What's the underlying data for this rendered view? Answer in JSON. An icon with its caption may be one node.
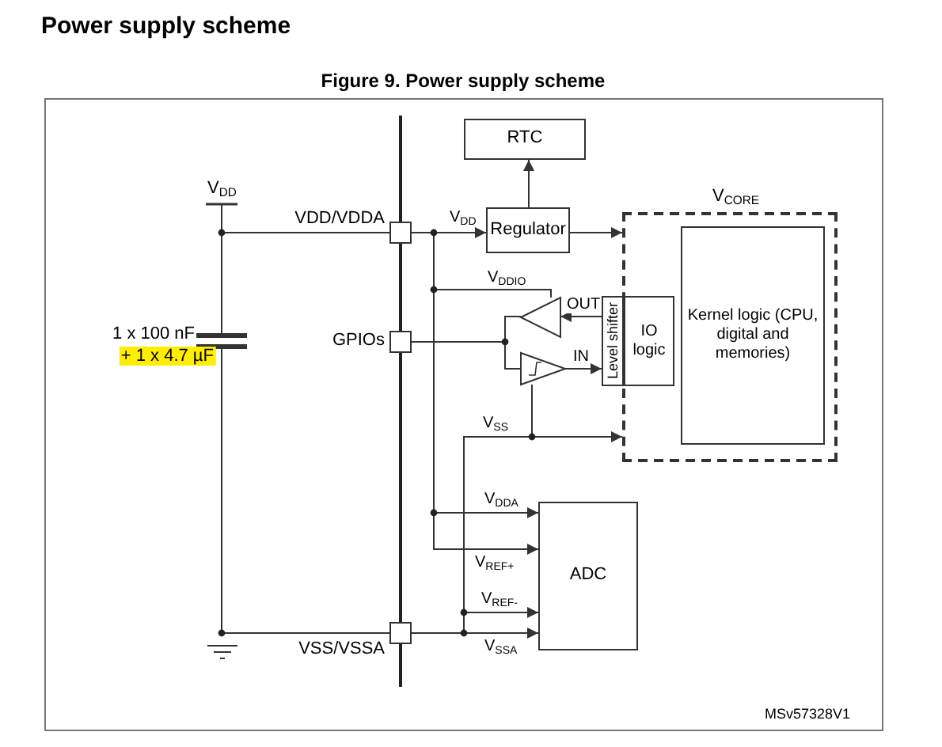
{
  "diagram": {
    "title": "Power supply scheme",
    "caption": "Figure 9. Power supply scheme",
    "nodes": [
      {
        "text": [],
        "shape": "box",
        "beside": [
          "VDD/VDDA"
        ]
      },
      {
        "text": [],
        "shape": "box",
        "beside": [
          "GPIOs"
        ]
      },
      {
        "text": [],
        "shape": "box",
        "beside": [
          "VSS/VSSA"
        ]
      },
      {
        "text": [
          "RTC"
        ]
      },
      {
        "text": [
          "Regulator"
        ]
      },
      {
        "text": [
          "V$_{CORE}$"
        ]
      },
      {
        "text": [
          "Level shifter"
        ]
      },
      {
        "text": [
          "IO logic"
        ],
        "in": 5
      },
      {
        "text": [
          "Kernel logic (CPU, digital and memories)"
        ],
        "in": 5
      },
      {
        "text": [
          "ADC"
        ]
      },
      {
        "text": [],
        "shape": "triangle"
      },
      {
        "text": [],
        "shape": "triangle"
      }
    ],
    "edges": [
      {
        "from": 4,
        "to": 3,
        "arrow": "to"
      },
      {
        "from": 0,
        "to": 4,
        "arrow": "to",
        "label": "V$_{DD}$"
      },
      {
        "from": 4,
        "to": 5,
        "arrow": "to"
      },
      {
        "from": 6,
        "to": 10,
        "arrow": "to",
        "label": "OUT"
      },
      {
        "from": 11,
        "to": 6,
        "arrow": "to",
        "label": "IN"
      },
      {
        "from": 1,
        "to": 10,
        "arrow": "none"
      },
      {
        "from": 1,
        "to": 11,
        "arrow": "none"
      },
      {
        "from": 0,
        "to": 10,
        "arrow": "none",
        "label": "V$_{DDIO}$"
      },
      {
        "from": 11,
        "to": 2,
        "arrow": "none"
      },
      {
        "from": 2,
        "to": 5,
        "arrow": "to",
        "label": "V$_{SS}$"
      },
      {
        "from": 0,
        "to": 9,
        "arrow": "to",
        "label": "V$_{DDA}$"
      },
      {
        "from": 0,
        "to": 9,
        "arrow": "to",
        "label": "V$_{REF+}$"
      },
      {
        "from": 2,
        "to": 9,
        "arrow": "to",
        "label": "V$_{REF-}$"
      },
      {
        "from": 2,
        "to": 9,
        "arrow": "to",
        "label": "V$_{SSA}$"
      }
    ],
    "labels": [
      "V$_{DD}$",
      "1 x 100 nF",
      "+ 1 x 4.7 µF",
      "MSv57328V1"
    ]
  }
}
